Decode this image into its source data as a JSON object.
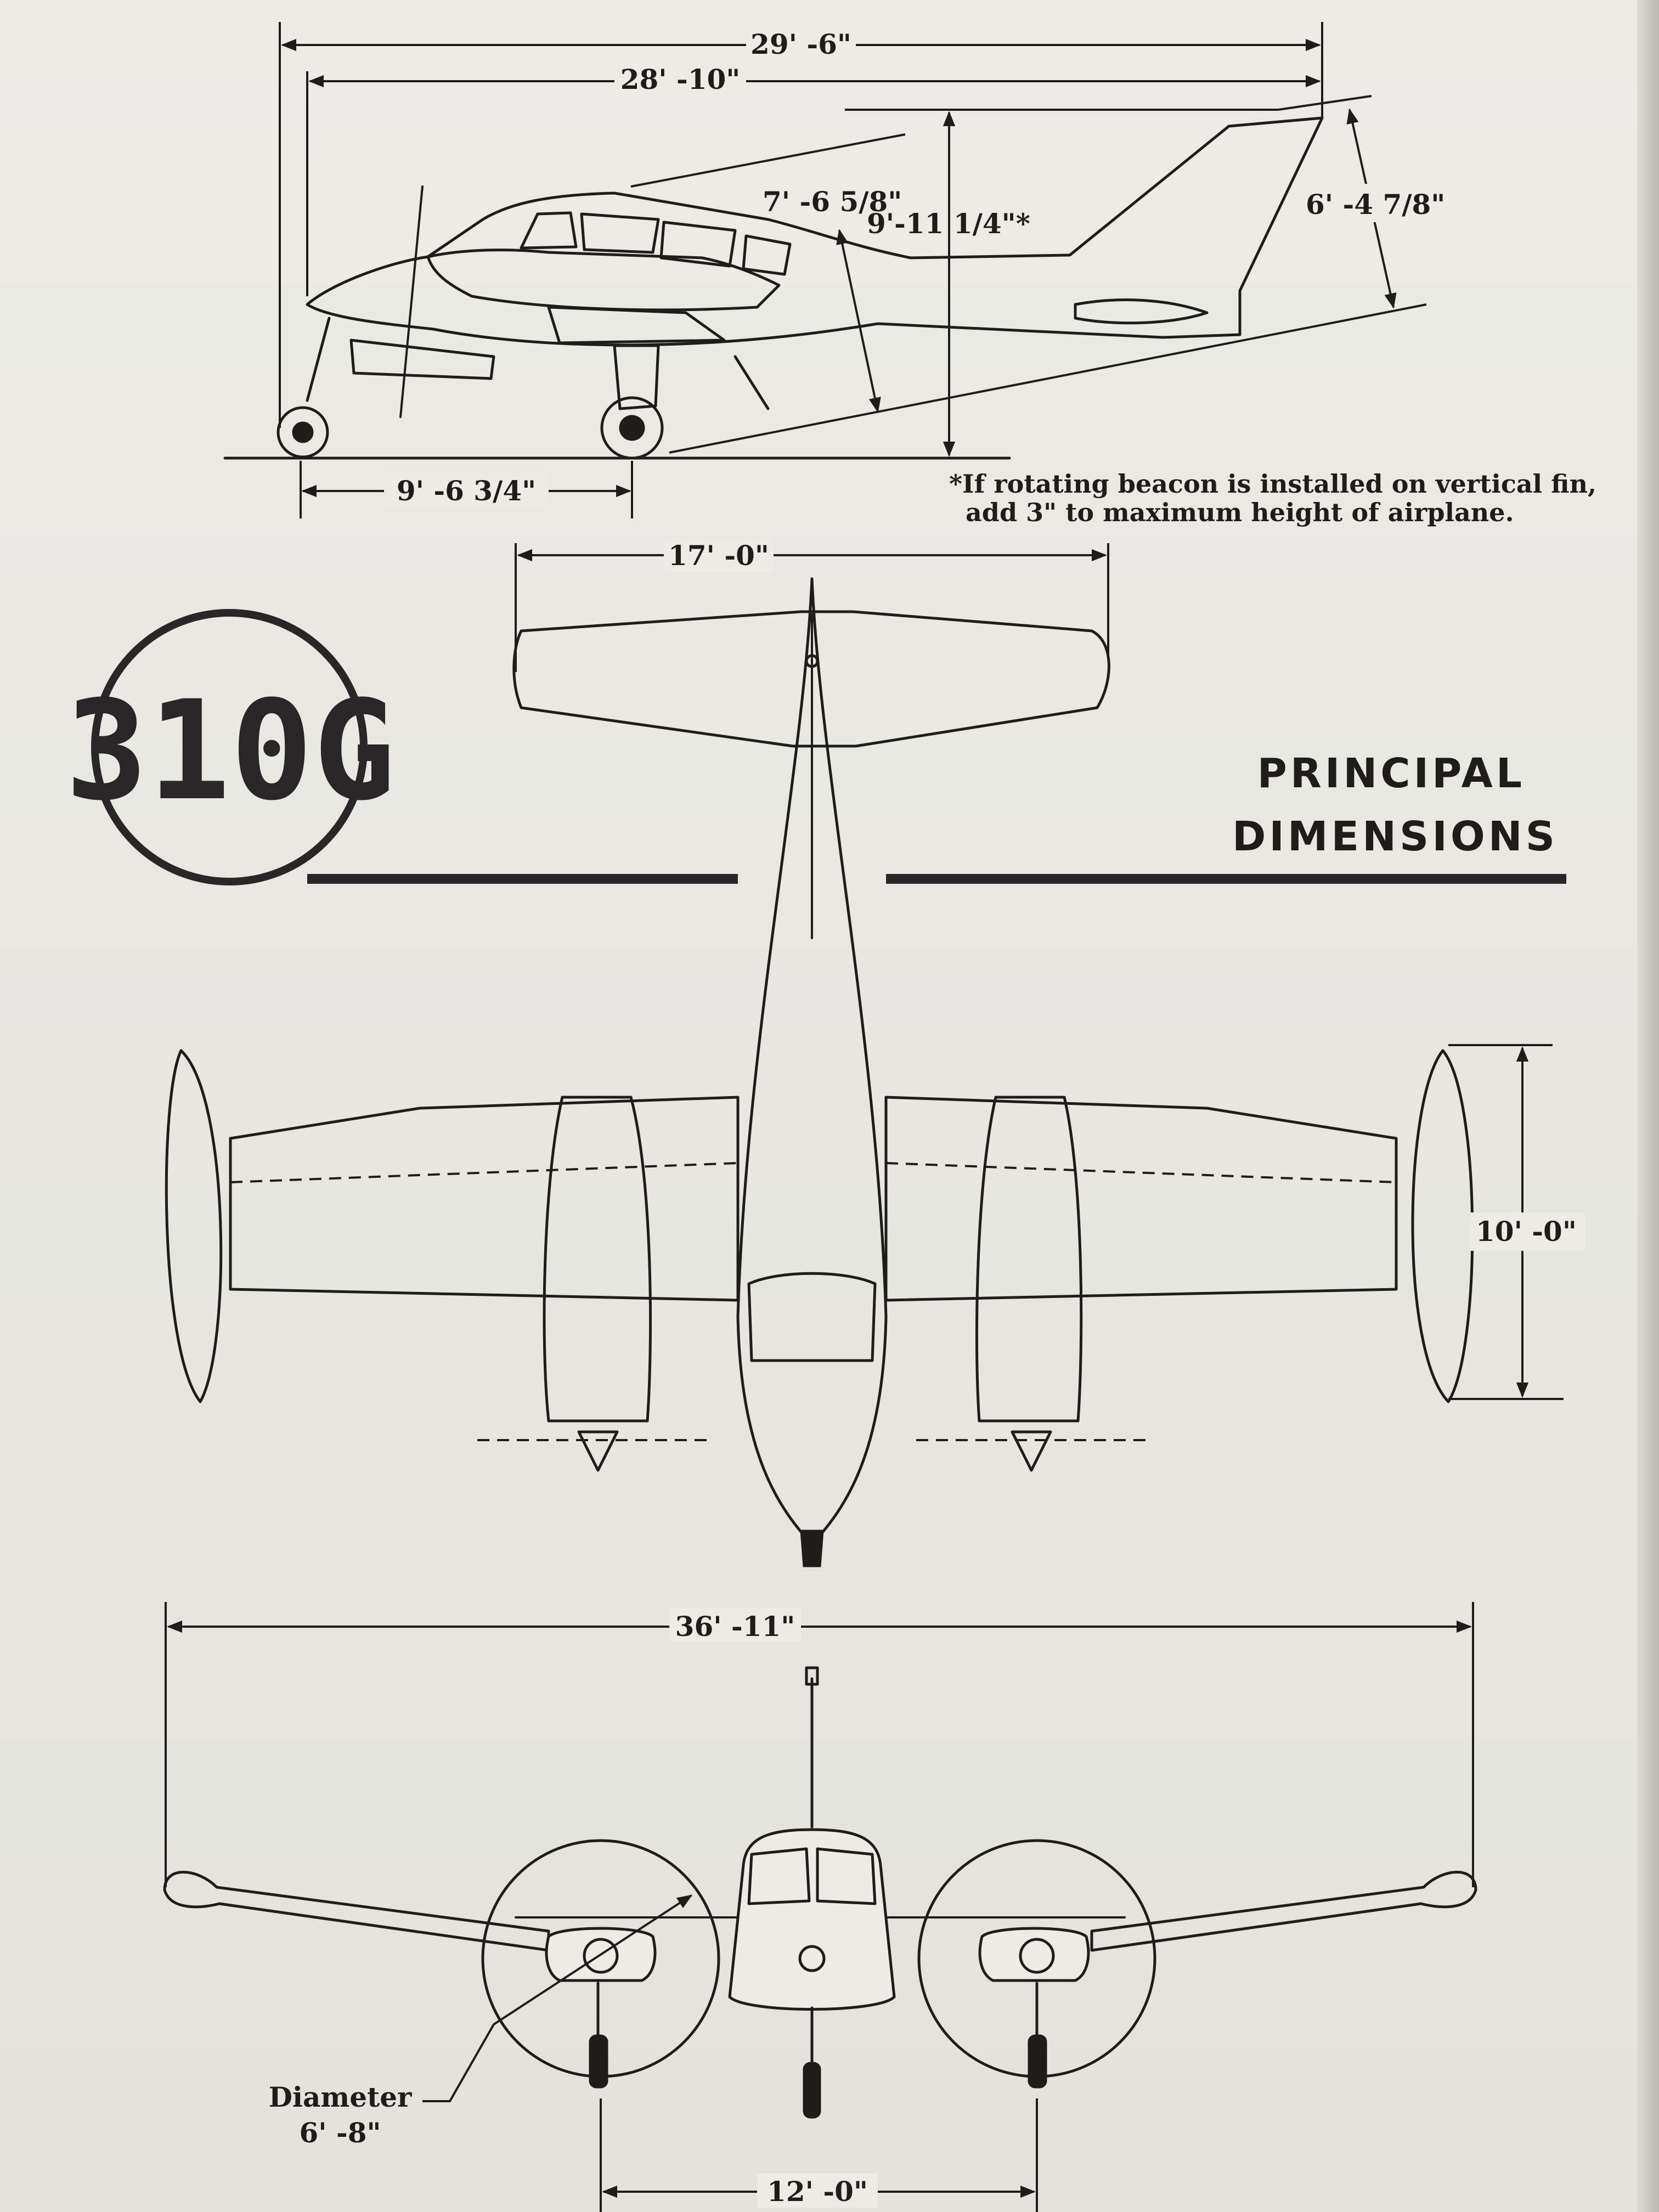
{
  "logo": {
    "model": "310G"
  },
  "heading": {
    "line1": "PRINCIPAL",
    "line2": "DIMENSIONS"
  },
  "side_view": {
    "overall_length": "29' -6\"",
    "fuselage_length": "28' -10\"",
    "tail_height_small": "7' -6 5/8\"",
    "max_height": "9'-11 1/4\"*",
    "fin_height": "6' -4 7/8\"",
    "wheelbase": "9' -6 3/4\"",
    "note_line1": "*If rotating beacon is installed on vertical fin,",
    "note_line2": "add 3\" to maximum height of airplane."
  },
  "top_view": {
    "stabilizer_span": "17' -0\"",
    "tip_tank_length": "10' -0\""
  },
  "front_view": {
    "wing_span": "36' -11\"",
    "prop_diameter_label": "Diameter",
    "prop_diameter_value": "6' -8\"",
    "main_gear_tread": "12' -0\""
  }
}
